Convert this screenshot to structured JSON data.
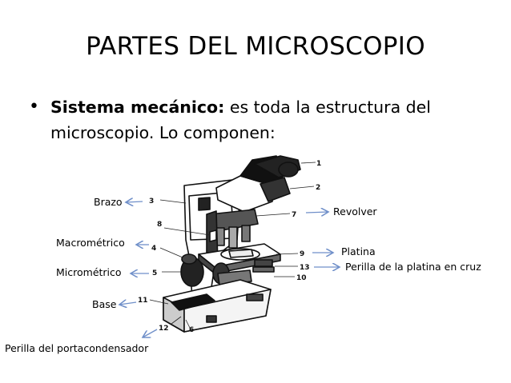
{
  "slide": {
    "title": "PARTES DEL MICROSCOPIO",
    "bullet": {
      "bold": "Sistema mecánico:",
      "text": " es toda la estructura del microscopio. Lo componen:"
    }
  },
  "diagram": {
    "labels": {
      "brazo": "Brazo",
      "macrometrico": "Macrométrico",
      "micrometrico": "Micrométrico",
      "base": "Base",
      "perilla_portacondensador": "Perilla del portacondensador",
      "revolver": "Revolver",
      "platina": "Platina",
      "perilla_platina": "Perilla de la platina en cruz"
    },
    "callout_numbers": [
      "1",
      "2",
      "3",
      "7",
      "8",
      "4",
      "9",
      "13",
      "5",
      "10",
      "11",
      "12",
      "6"
    ],
    "arrow_color": "#6f8fc9"
  }
}
